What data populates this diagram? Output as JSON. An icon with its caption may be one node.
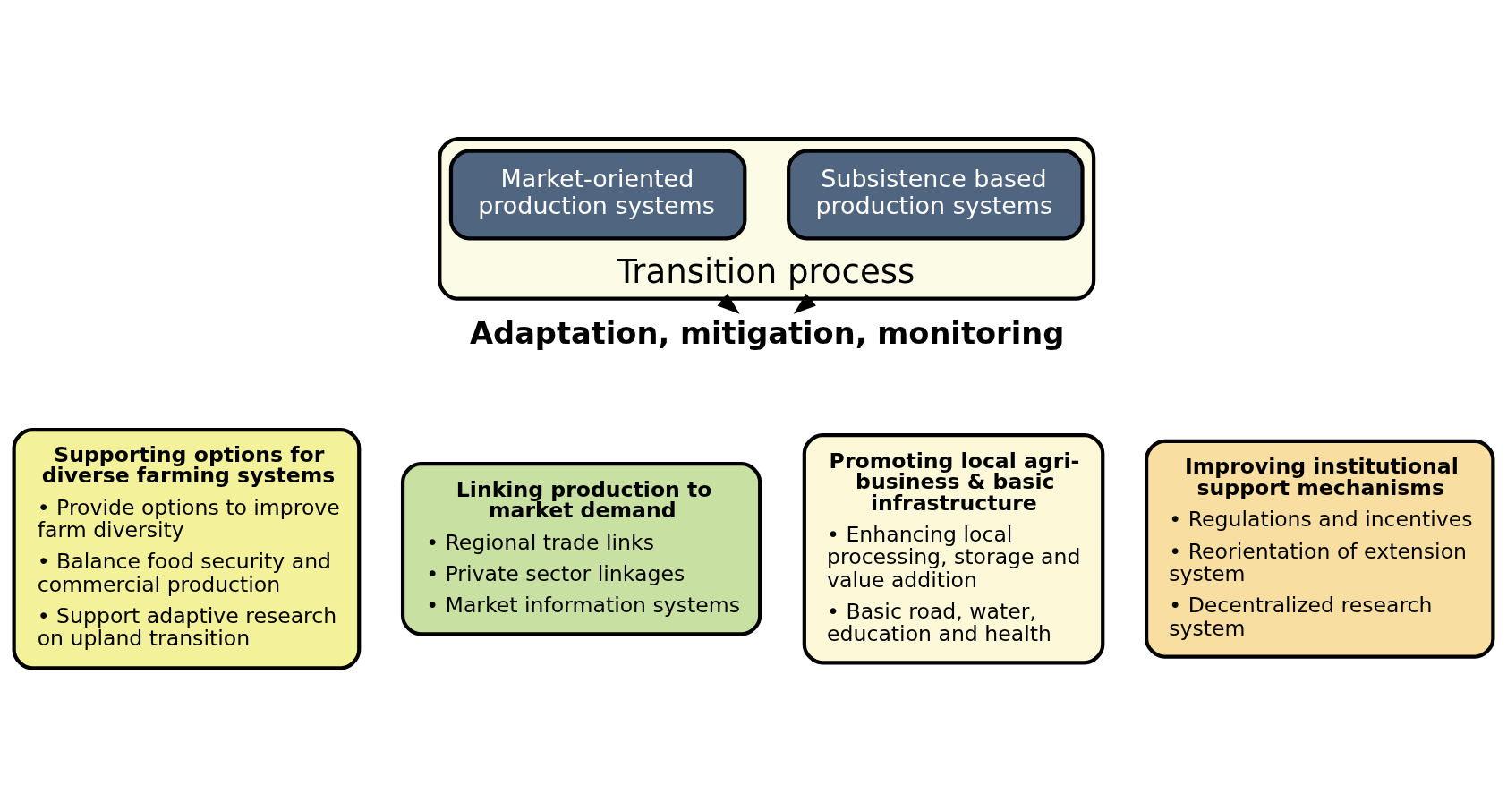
{
  "diagram": {
    "nodes": [
      {
        "text": [
          "Transition process"
        ]
      },
      {
        "text": [
          "Subsistence based production systems"
        ],
        "in": 0
      },
      {
        "text": [
          "Market-oriented production systems"
        ],
        "in": 0
      },
      {
        "text": [
          "Adaptation, mitigation, monitoring"
        ]
      },
      {
        "text": [
          "Supporting options for diverse farming systems",
          "• Provide options to improve farm diversity",
          "• Balance food security and commercial production",
          "• Support adaptive research on upland transition"
        ]
      },
      {
        "text": [
          "Linking production to market demand",
          "• Regional trade links",
          "• Private sector linkages",
          "• Market information systems"
        ]
      },
      {
        "text": [
          "Promoting local agri-business & basic infrastructure",
          "• Enhancing local processing, storage and value addition",
          "• Basic road, water, education and health"
        ]
      },
      {
        "text": [
          "Improving institutional support mechanisms",
          "• Regulations and incentives",
          "• Reorientation of extension system",
          "• Decentralized research system"
        ]
      }
    ],
    "edges": [
      {
        "from": 0,
        "to": 3,
        "arrow": "to"
      },
      {
        "from": 0,
        "to": 3,
        "arrow": "to"
      }
    ]
  }
}
